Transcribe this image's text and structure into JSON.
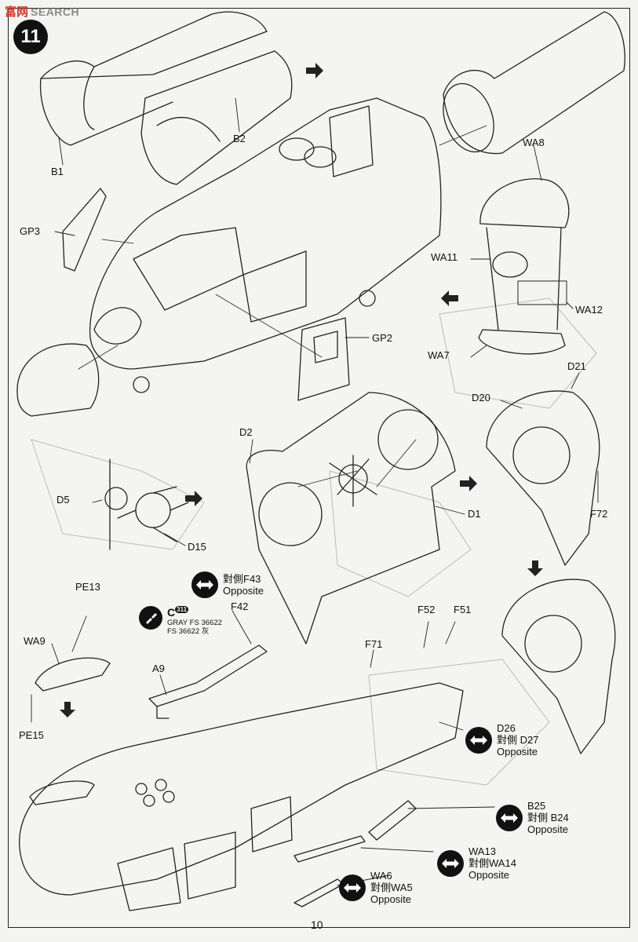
{
  "watermark": {
    "cn": "富网",
    "en": "SEARCH"
  },
  "step_number": "11",
  "page_number": "10",
  "parts": {
    "b1": "B1",
    "b2": "B2",
    "gp3": "GP3",
    "gp2": "GP2",
    "wa8": "WA8",
    "wa11": "WA11",
    "wa12": "WA12",
    "wa7": "WA7",
    "d21": "D21",
    "d20": "D20",
    "d2": "D2",
    "d5": "D5",
    "d15": "D15",
    "d1": "D1",
    "f72": "F72",
    "pe13": "PE13",
    "wa9": "WA9",
    "pe15": "PE15",
    "a9": "A9",
    "f42": "F42",
    "f71": "F71",
    "f52": "F52",
    "f51": "F51"
  },
  "opposite_callouts": [
    {
      "id": "f43",
      "cn": "對側F43",
      "en": "Opposite"
    },
    {
      "id": "d26",
      "part": "D26",
      "cn": "對側 D27",
      "en": "Opposite"
    },
    {
      "id": "b25",
      "part": "B25",
      "cn": "對側 B24",
      "en": "Opposite"
    },
    {
      "id": "wa13",
      "part": "WA13",
      "cn": "對側WA14",
      "en": "Opposite"
    },
    {
      "id": "wa6",
      "part": "WA6",
      "cn": "對側WA5",
      "en": "Opposite"
    }
  ],
  "paint": {
    "code": "C",
    "badge": "311",
    "line1": "GRAY FS 36622",
    "line2": "FS 36622 灰"
  },
  "icons": [
    "swap-arrow-icon",
    "brush-icon",
    "step-arrow-icon"
  ]
}
